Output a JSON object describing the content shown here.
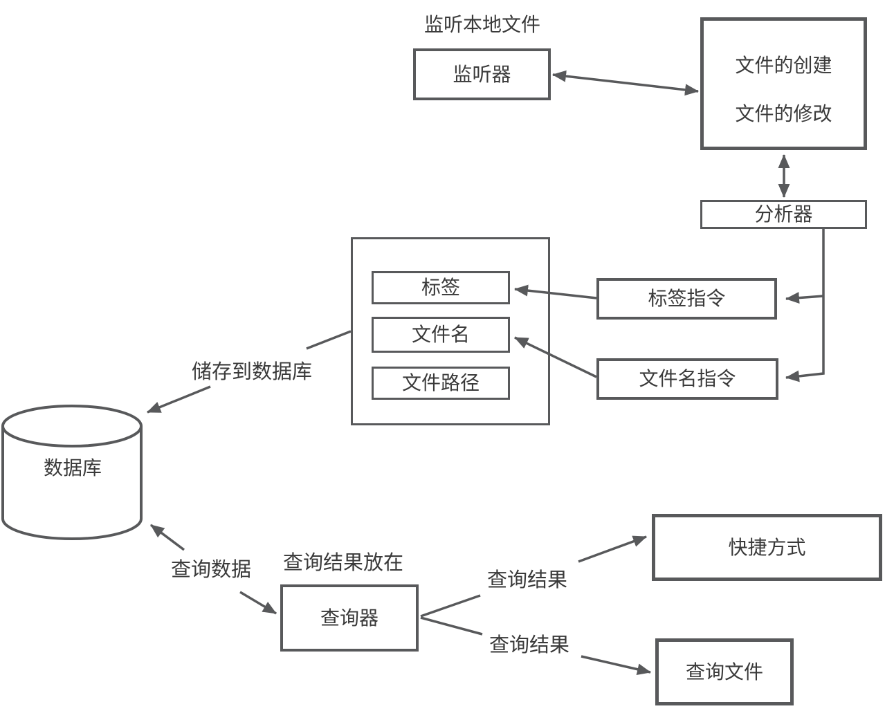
{
  "colors": {
    "stroke": "#58595b",
    "text": "#3a3a3a"
  },
  "nodes": {
    "listener": {
      "label": "监听器"
    },
    "file_events": {
      "line1": "文件的创建",
      "line2": "文件的修改"
    },
    "analyzer": {
      "label": "分析器"
    },
    "tag": {
      "label": "标签"
    },
    "file_name": {
      "label": "文件名"
    },
    "file_path": {
      "label": "文件路径"
    },
    "tag_cmd": {
      "label": "标签指令"
    },
    "file_name_cmd": {
      "label": "文件名指令"
    },
    "database": {
      "label": "数据库"
    },
    "query": {
      "label": "查询器"
    },
    "shortcut": {
      "label": "快捷方式"
    },
    "query_file": {
      "label": "查询文件"
    }
  },
  "labels": {
    "listen_local": "监听本地文件",
    "store_to_db": "储存到数据库",
    "query_data": "查询数据",
    "query_result_in": "查询结果放在",
    "query_result_top": "查询结果",
    "query_result_bottom": "查询结果"
  }
}
